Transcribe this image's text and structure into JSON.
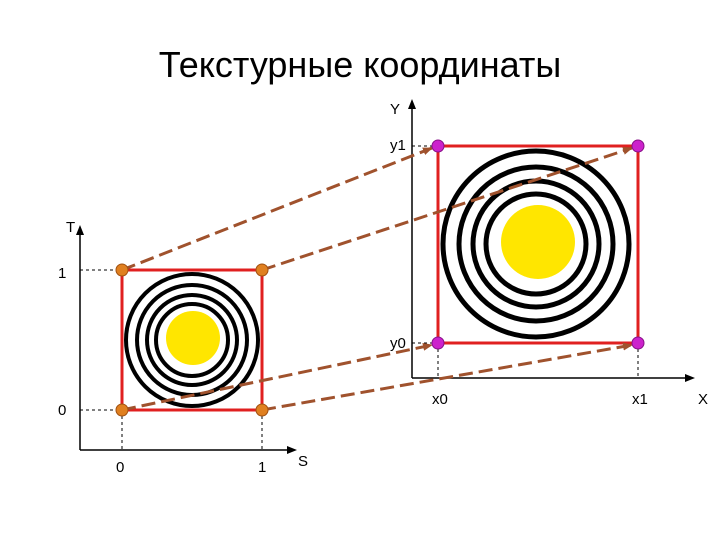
{
  "title": "Текстурные координаты",
  "texture_axes": {
    "t_label": "T",
    "s_label": "S",
    "t1": "1",
    "t0": "0",
    "s0": "0",
    "s1": "1"
  },
  "screen_axes": {
    "y_label": "Y",
    "x_label": "X",
    "y1": "y1",
    "y0": "y0",
    "x0": "x0",
    "x1": "x1"
  },
  "colors": {
    "frame": "#e02020",
    "arrow": "#a0522d",
    "texture_corner": "#e08020",
    "screen_corner": "#cc22cc",
    "sun": "#ffe600",
    "rings": "#000000"
  }
}
